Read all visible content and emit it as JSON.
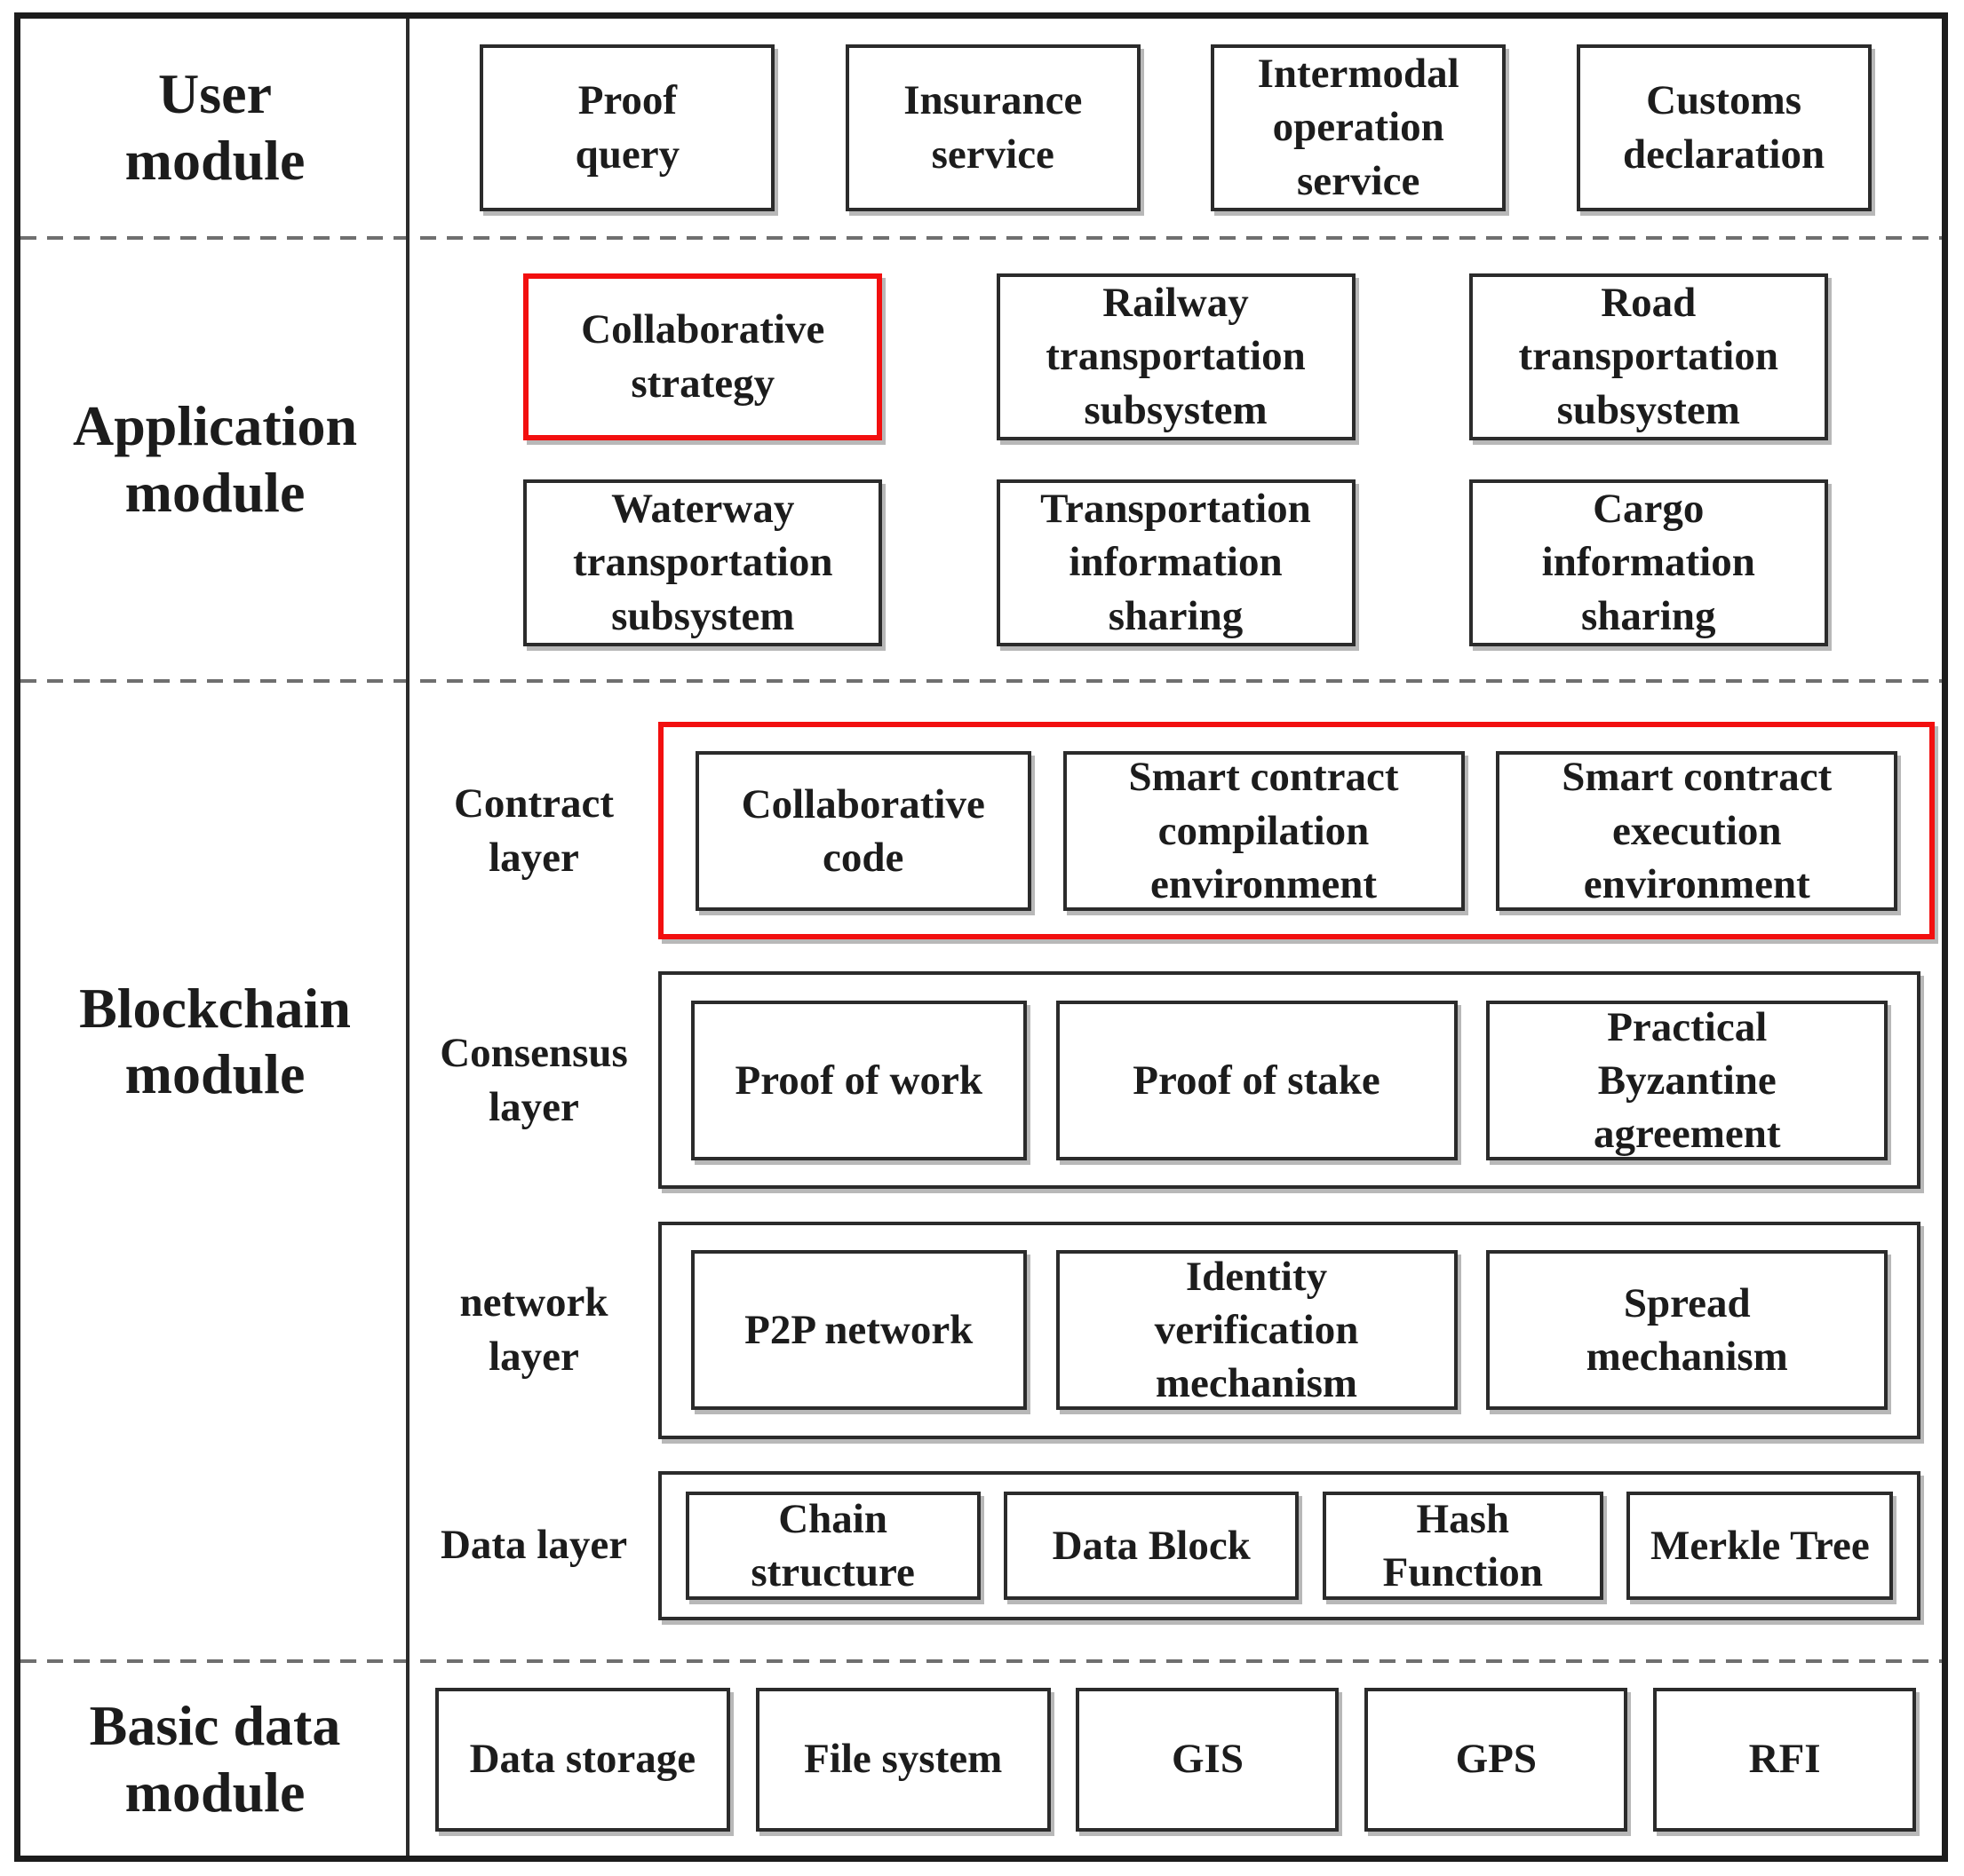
{
  "accent_color": "#f20f0f",
  "modules": {
    "user": {
      "label": "User\nmodule",
      "boxes": [
        "Proof\nquery",
        "Insurance\nservice",
        "Intermodal\noperation\nservice",
        "Customs\ndeclaration"
      ]
    },
    "application": {
      "label": "Application\nmodule",
      "row1": [
        "Collaborative\nstrategy",
        "Railway\ntransportation\nsubsystem",
        "Road\ntransportation\nsubsystem"
      ],
      "row2": [
        "Waterway\ntransportation\nsubsystem",
        "Transportation\ninformation\nsharing",
        "Cargo\ninformation\nsharing"
      ]
    },
    "blockchain": {
      "label": "Blockchain\nmodule",
      "layers": [
        {
          "label": "Contract\nlayer",
          "highlighted": true,
          "boxes": [
            "Collaborative\ncode",
            "Smart contract\ncompilation\nenvironment",
            "Smart contract\nexecution\nenvironment"
          ]
        },
        {
          "label": "Consensus\nlayer",
          "highlighted": false,
          "boxes": [
            "Proof of work",
            "Proof of stake",
            "Practical\nByzantine\nagreement"
          ]
        },
        {
          "label": "network\nlayer",
          "highlighted": false,
          "boxes": [
            "P2P network",
            "Identity\nverification\nmechanism",
            "Spread\nmechanism"
          ]
        },
        {
          "label": "Data layer",
          "highlighted": false,
          "boxes": [
            "Chain\nstructure",
            "Data Block",
            "Hash\nFunction",
            "Merkle Tree"
          ]
        }
      ]
    },
    "basic": {
      "label": "Basic data\nmodule",
      "boxes": [
        "Data storage",
        "File system",
        "GIS",
        "GPS",
        "RFI"
      ]
    }
  }
}
